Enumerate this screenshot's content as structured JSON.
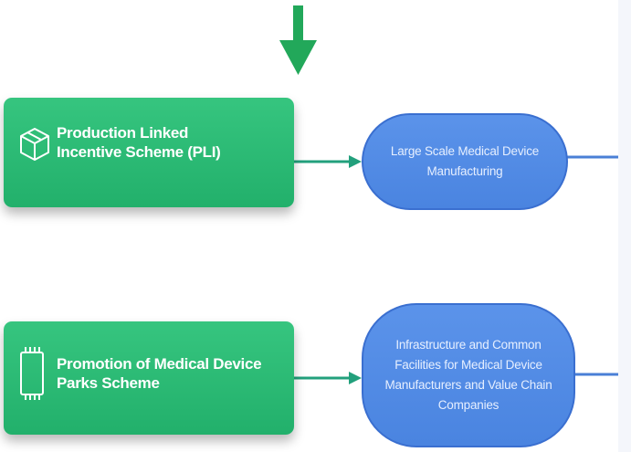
{
  "diagram": {
    "schemes": [
      {
        "label": "Production Linked Incentive Scheme (PLI)",
        "icon": "package-icon"
      },
      {
        "label": "Promotion of Medical Device Parks Scheme",
        "icon": "chip-icon"
      }
    ],
    "outcomes": [
      {
        "label": "Large Scale Medical Device Manufacturing"
      },
      {
        "label": "Infrastructure and Common Facilities for Medical Device Manufacturers and Value Chain Companies"
      }
    ]
  },
  "colors": {
    "scheme_green": "#2bb874",
    "arrow_green": "#22a85a",
    "outcome_blue": "#4f89e6",
    "connector_blue": "#4a7fd6"
  }
}
